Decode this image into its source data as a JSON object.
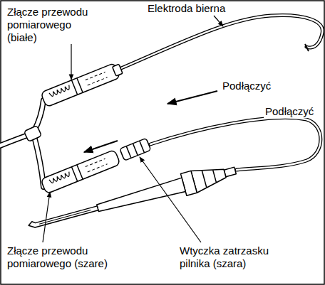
{
  "diagram": {
    "labels": [
      "Złącze przewodu pomiarowego (białe)",
      "Elektroda bierna",
      "Podłączyć",
      "Podłączyć",
      "Złącze przewodu pomiarowego (szare)",
      "Wtyczka zatrzasku pilnika (szara)"
    ]
  }
}
